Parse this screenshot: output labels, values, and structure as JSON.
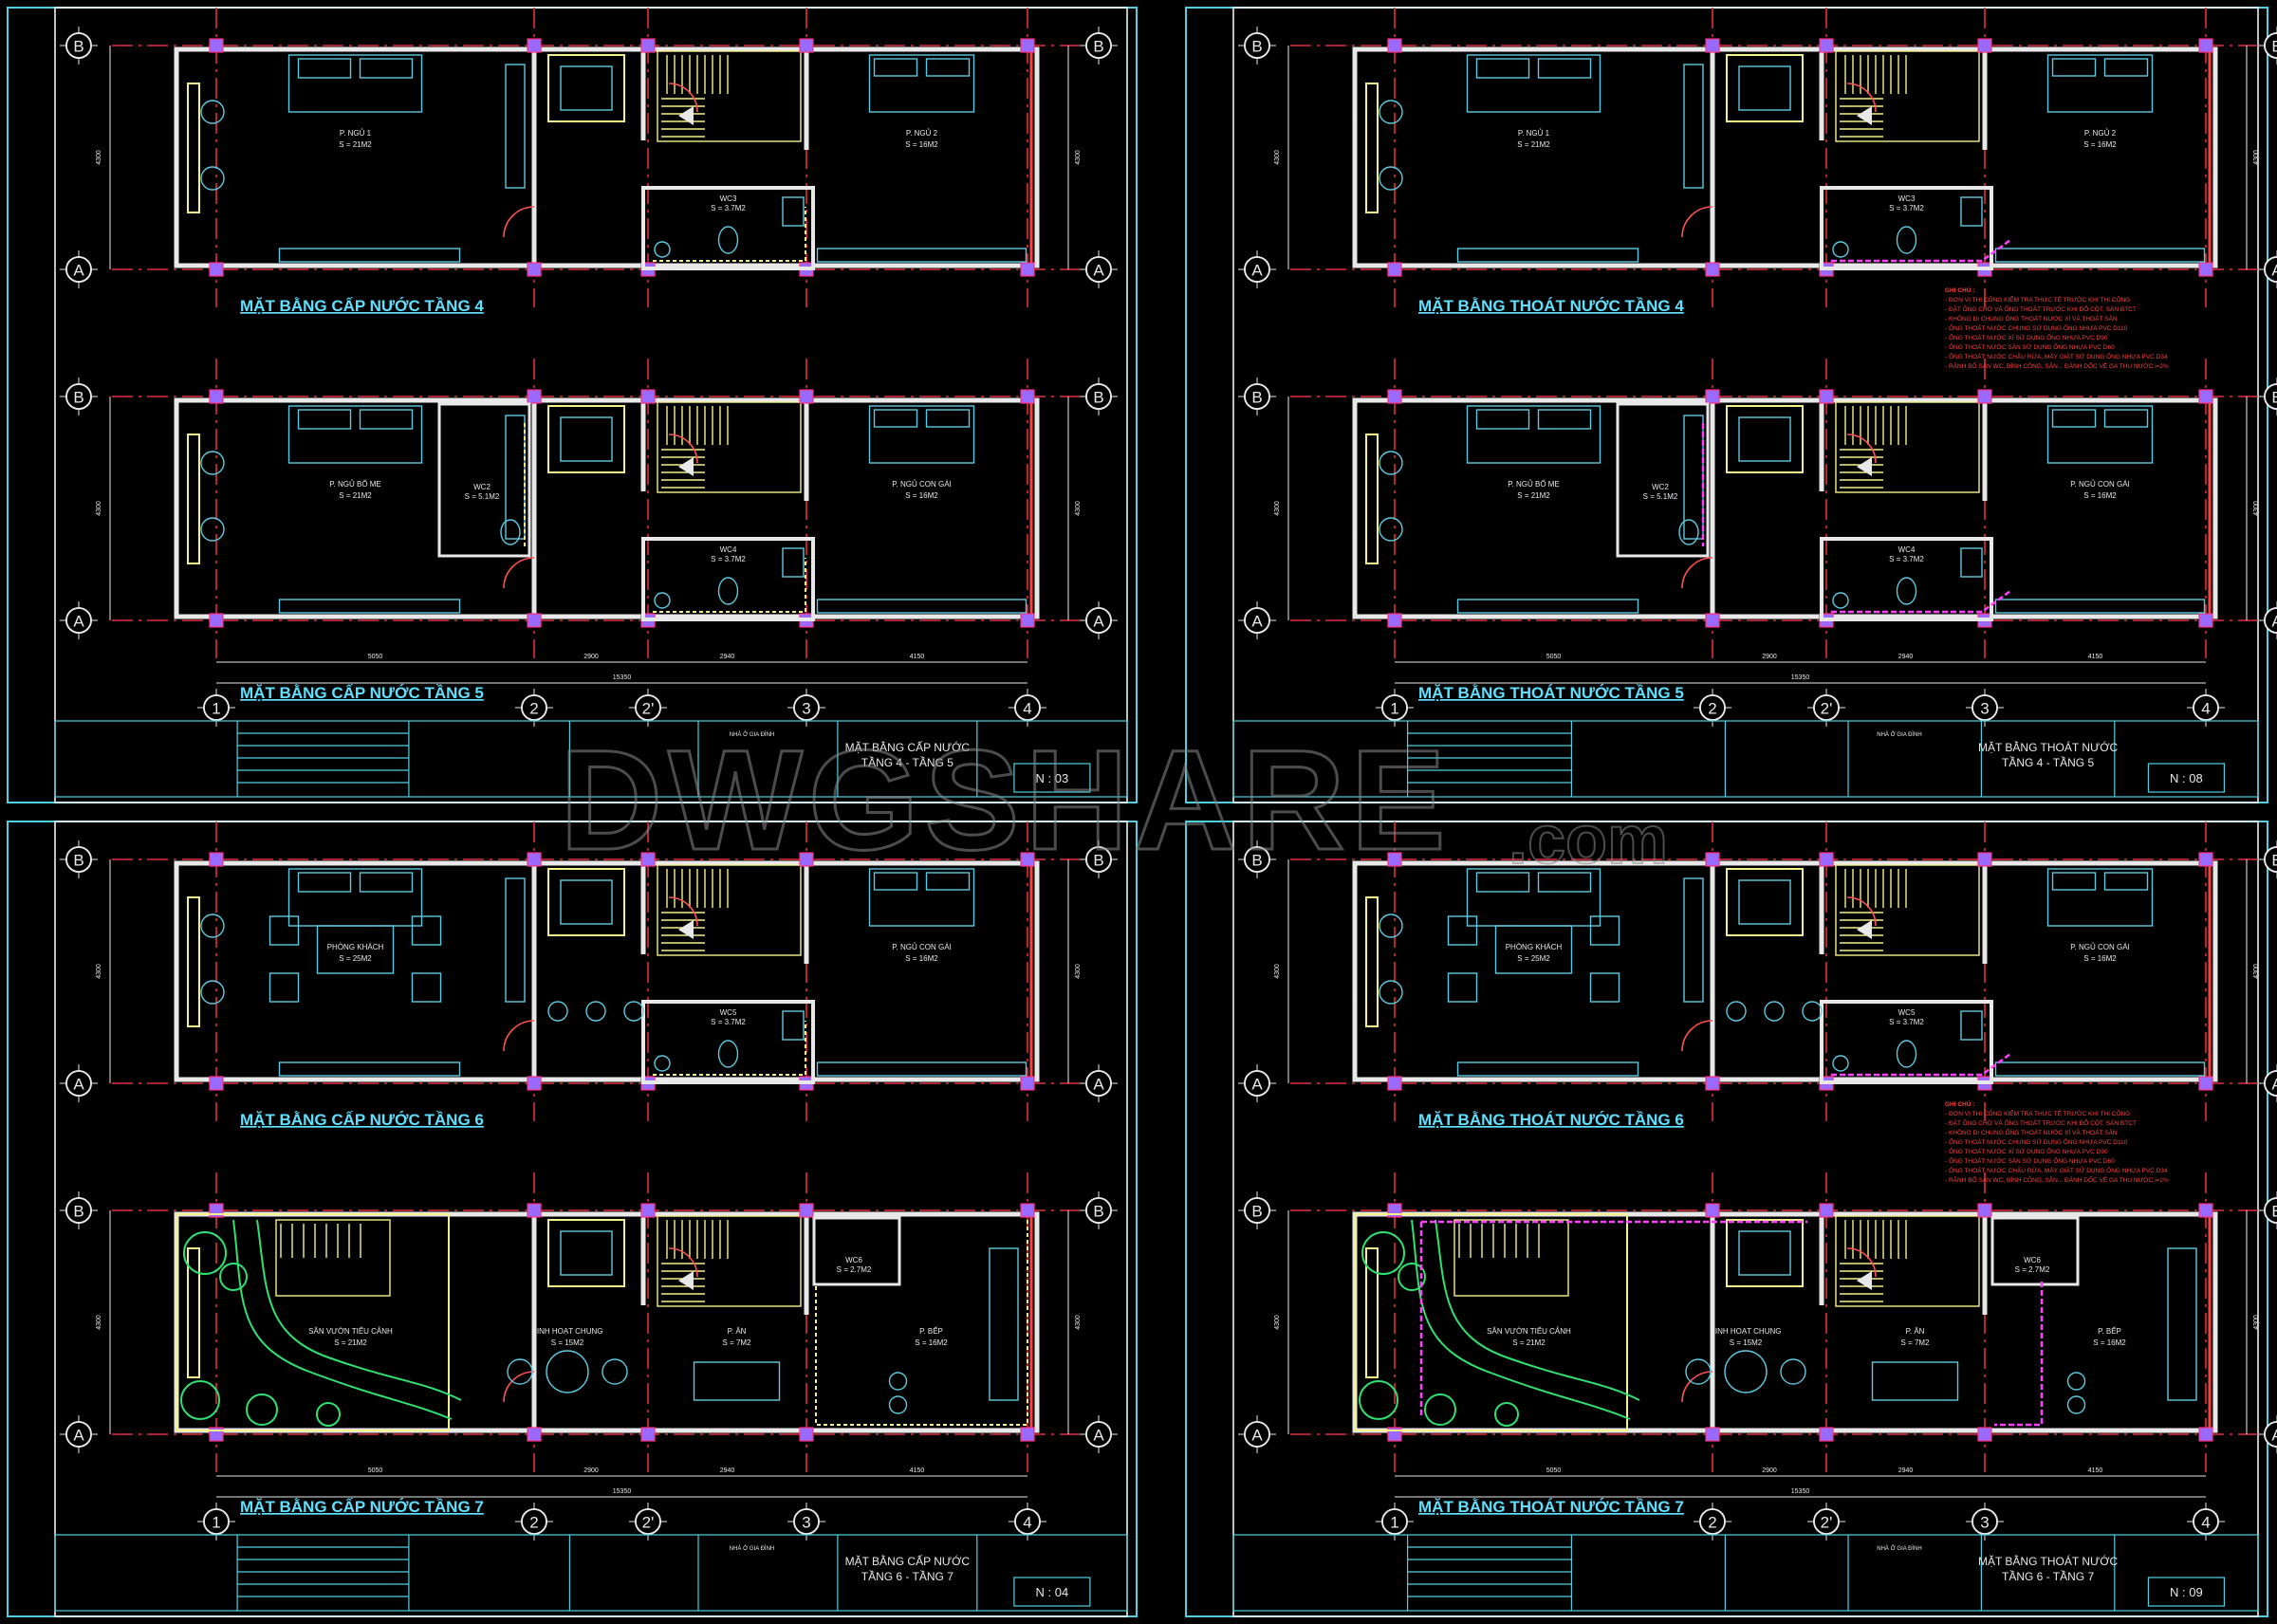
{
  "watermark": {
    "main": "DWGSHARE",
    "suffix": ".com"
  },
  "colors": {
    "background": "#000000",
    "frame": "#4fd0e0",
    "grid": "#e0303a",
    "title": "#5fe0ff",
    "drain_pipe": "#ff40ff",
    "supply_pipe": "#f4f08a",
    "garden": "#30e070"
  },
  "grid": {
    "rows": [
      "B",
      "A"
    ],
    "cols": [
      "1",
      "2",
      "2'",
      "3",
      "4"
    ],
    "dims": [
      "5050",
      "2900",
      "2940",
      "4150"
    ],
    "total": "15350",
    "height": "4300"
  },
  "sheets": [
    {
      "upper_title": "MẶT BẰNG CẤP NƯỚC TẦNG 4",
      "lower_title": "MẶT BẰNG CẤP NƯỚC TẦNG 5",
      "upper_rooms": [
        {
          "name": "P. NGỦ 1",
          "area": "S = 21M2"
        },
        {
          "name": "P. NGỦ 2",
          "area": "S = 16M2"
        },
        {
          "name": "WC3",
          "area": "S = 3.7M2"
        }
      ],
      "lower_rooms": [
        {
          "name": "P. NGỦ BỐ MẸ",
          "area": "S = 21M2"
        },
        {
          "name": "P. NGỦ CON GÁI",
          "area": "S = 16M2"
        },
        {
          "name": "WC2",
          "area": "S = 5.1M2"
        },
        {
          "name": "WC4",
          "area": "S = 3.7M2"
        }
      ],
      "titleblock": {
        "project": "NHÀ Ở GIA ĐÌNH",
        "drawing_line1": "MẶT BẰNG CẤP NƯỚC",
        "drawing_line2": "TẦNG 4 - TẦNG 5",
        "sheet_no": "N : 03"
      }
    },
    {
      "upper_title": "MẶT BẰNG THOÁT NƯỚC TẦNG 4",
      "lower_title": "MẶT BẰNG THOÁT NƯỚC TẦNG 5",
      "upper_rooms": [
        {
          "name": "P. NGỦ 1",
          "area": "S = 21M2"
        },
        {
          "name": "P. NGỦ 2",
          "area": "S = 16M2"
        },
        {
          "name": "WC3",
          "area": "S = 3.7M2"
        }
      ],
      "lower_rooms": [
        {
          "name": "P. NGỦ BỐ MẸ",
          "area": "S = 21M2"
        },
        {
          "name": "P. NGỦ CON GÁI",
          "area": "S = 16M2"
        },
        {
          "name": "WC2",
          "area": "S = 5.1M2"
        },
        {
          "name": "WC4",
          "area": "S = 3.7M2"
        }
      ],
      "notes_title": "GHI CHÚ :",
      "notes": [
        "- ĐƠN VỊ THI CÔNG KIỂM TRA THỰC TẾ TRƯỚC KHI THI CÔNG",
        "- ĐẶT ỐNG CHỜ VÀ ỐNG THOÁT TRƯỚC KHI ĐỔ CỘT, SÀN BTCT",
        "- KHÔNG ĐI CHUNG ỐNG THOÁT NƯỚC XÍ VÀ THOÁT SÀN",
        "- ỐNG THOÁT NƯỚC CHUNG SỬ DỤNG ỐNG NHỰA PVC D110",
        "- ỐNG THOÁT NƯỚC XÍ SỬ DỤNG ỐNG NHỰA PVC D90",
        "- ỐNG THOÁT NƯỚC SÀN SỬ DỤNG ỐNG NHỰA PVC D60",
        "- ỐNG THOÁT NƯỚC CHẬU RỬA, MÁY GIẶT SỬ DỤNG ỐNG NHỰA PVC D34",
        "- RÃNH BỐ SÀN WC, BÌNH CÔNG, SÂN... ĐÁNH DỐC VỀ GA THU NƯỚC i=2%"
      ],
      "titleblock": {
        "project": "NHÀ Ở GIA ĐÌNH",
        "drawing_line1": "MẶT BẰNG THOÁT NƯỚC",
        "drawing_line2": "TẦNG 4 - TẦNG 5",
        "sheet_no": "N : 08"
      }
    },
    {
      "upper_title": "MẶT BẰNG CẤP NƯỚC TẦNG 6",
      "lower_title": "MẶT BẰNG CẤP NƯỚC TẦNG 7",
      "upper_rooms": [
        {
          "name": "PHÒNG KHÁCH",
          "area": "S = 25M2"
        },
        {
          "name": "P. NGỦ CON GÁI",
          "area": "S = 16M2"
        },
        {
          "name": "WC5",
          "area": "S = 3.7M2"
        }
      ],
      "lower_rooms": [
        {
          "name": "SÂN VƯỜN TIỂU CẢNH",
          "area": "S = 21M2"
        },
        {
          "name": "SINH HOẠT CHUNG",
          "area": "S = 15M2"
        },
        {
          "name": "P. ĂN",
          "area": "S = 7M2"
        },
        {
          "name": "P. BẾP",
          "area": "S = 16M2"
        },
        {
          "name": "WC6",
          "area": "S = 2.7M2"
        }
      ],
      "titleblock": {
        "project": "NHÀ Ở GIA ĐÌNH",
        "drawing_line1": "MẶT BẰNG CẤP NƯỚC",
        "drawing_line2": "TẦNG 6 - TẦNG 7",
        "sheet_no": "N : 04"
      }
    },
    {
      "upper_title": "MẶT BẰNG THOÁT NƯỚC TẦNG 6",
      "lower_title": "MẶT BẰNG THOÁT NƯỚC TẦNG 7",
      "upper_rooms": [
        {
          "name": "PHÒNG KHÁCH",
          "area": "S = 25M2"
        },
        {
          "name": "P. NGỦ CON GÁI",
          "area": "S = 16M2"
        },
        {
          "name": "WC5",
          "area": "S = 3.7M2"
        }
      ],
      "lower_rooms": [
        {
          "name": "SÂN VƯỜN TIỂU CẢNH",
          "area": "S = 21M2"
        },
        {
          "name": "SINH HOẠT CHUNG",
          "area": "S = 15M2"
        },
        {
          "name": "P. ĂN",
          "area": "S = 7M2"
        },
        {
          "name": "P. BẾP",
          "area": "S = 16M2"
        },
        {
          "name": "WC6",
          "area": "S = 2.7M2"
        }
      ],
      "notes_title": "GHI CHÚ :",
      "notes": [
        "- ĐƠN VỊ THI CÔNG KIỂM TRA THỰC TẾ TRƯỚC KHI THI CÔNG",
        "- ĐẶT ỐNG CHỜ VÀ ỐNG THOÁT TRƯỚC KHI ĐỔ CỘT, SÀN BTCT",
        "- KHÔNG ĐI CHUNG ỐNG THOÁT NƯỚC XÍ VÀ THOÁT SÀN",
        "- ỐNG THOÁT NƯỚC CHUNG SỬ DỤNG ỐNG NHỰA PVC D110",
        "- ỐNG THOÁT NƯỚC XÍ SỬ DỤNG ỐNG NHỰA PVC D90",
        "- ỐNG THOÁT NƯỚC SÀN SỬ DỤNG ỐNG NHỰA PVC D60",
        "- ỐNG THOÁT NƯỚC CHẬU RỬA, MÁY GIẶT SỬ DỤNG ỐNG NHỰA PVC D34",
        "- RÃNH BỐ SÀN WC, BÌNH CÔNG, SÂN... ĐÁNH DỐC VỀ GA THU NƯỚC i=2%"
      ],
      "titleblock": {
        "project": "NHÀ Ở GIA ĐÌNH",
        "drawing_line1": "MẶT BẰNG THOÁT NƯỚC",
        "drawing_line2": "TẦNG 6 - TẦNG 7",
        "sheet_no": "N : 09"
      }
    }
  ]
}
